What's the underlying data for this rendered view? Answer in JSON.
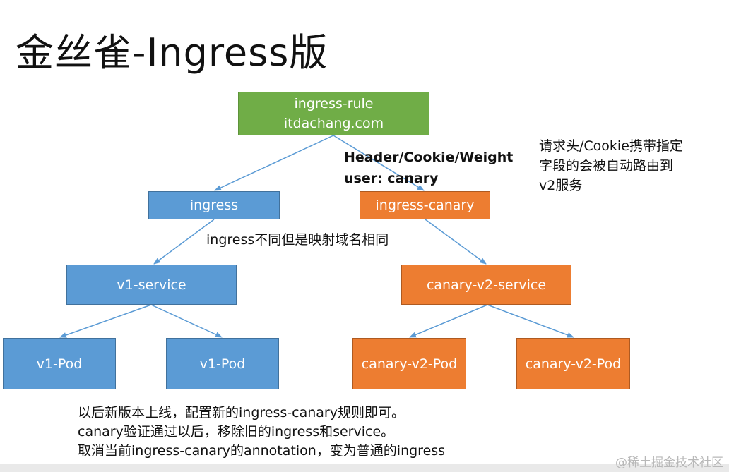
{
  "title": "金丝雀-Ingress版",
  "nodes": {
    "root_line1": "ingress-rule",
    "root_line2": "itdachang.com",
    "ingress": "ingress",
    "ingress_canary": "ingress-canary",
    "v1_service": "v1-service",
    "canary_service": "canary-v2-service",
    "v1_pod_1": "v1-Pod",
    "v1_pod_2": "v1-Pod",
    "canary_pod_1": "canary-v2-Pod",
    "canary_pod_2": "canary-v2-Pod"
  },
  "annotations": {
    "header_line1": "Header/Cookie/Weight",
    "header_line2": "user: canary",
    "side_line1": "请求头/Cookie携带指定",
    "side_line2": "字段的会被自动路由到",
    "side_line3": "v2服务",
    "mapping_note": "ingress不同但是映射域名相同"
  },
  "notes": {
    "line1": "以后新版本上线，配置新的ingress-canary规则即可。",
    "line2": "canary验证通过以后，移除旧的ingress和service。",
    "line3": "取消当前ingress-canary的annotation，变为普通的ingress"
  },
  "watermark": "@稀土掘金技术社区",
  "colors": {
    "green": "#70ad47",
    "blue": "#5b9bd5",
    "orange": "#ed7d31",
    "arrow": "#5b9bd5"
  }
}
